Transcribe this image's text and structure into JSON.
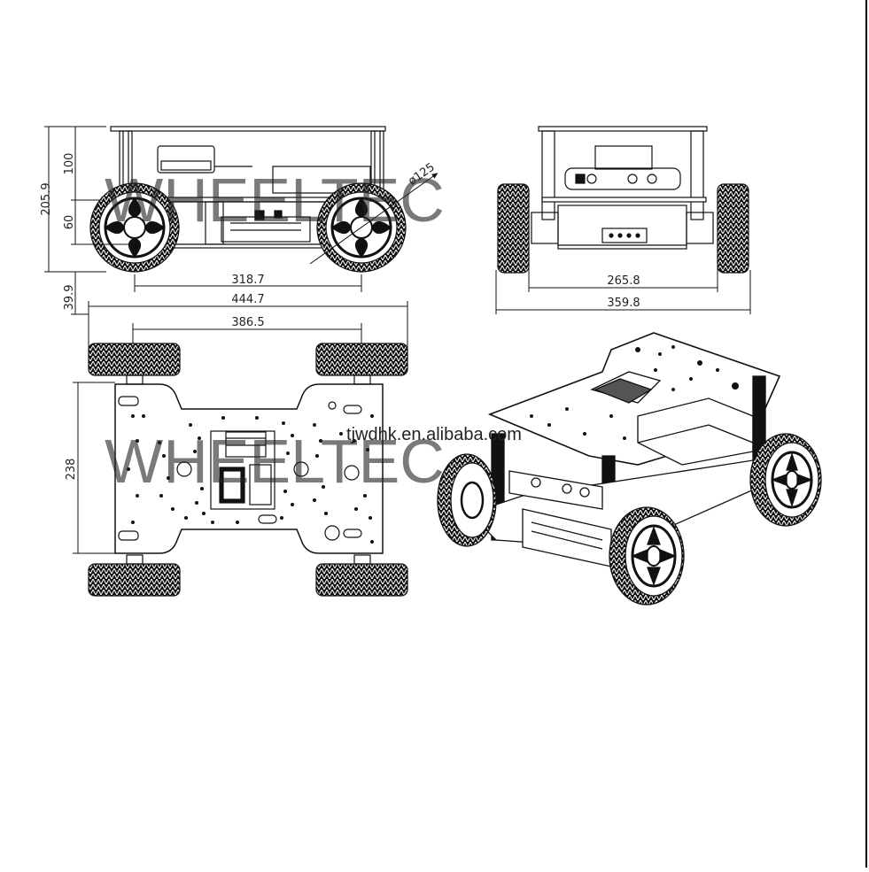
{
  "dimensions": {
    "height_total": "205.9",
    "height_upper": "100",
    "height_lower": "60",
    "ground_clearance": "39.9",
    "wheel_diameter": "ø125",
    "wheelbase": "318.7",
    "track_inner": "265.8",
    "track_outer": "359.8",
    "length_overall": "444.7",
    "wheel_span": "386.5",
    "width_chassis": "238"
  },
  "watermark": {
    "brand": "WHEELTEC",
    "site": "tjwdhk.en.alibaba.com"
  },
  "colors": {
    "line": "#111111",
    "frame": "#000000",
    "watermark": "#cfcfcf"
  }
}
